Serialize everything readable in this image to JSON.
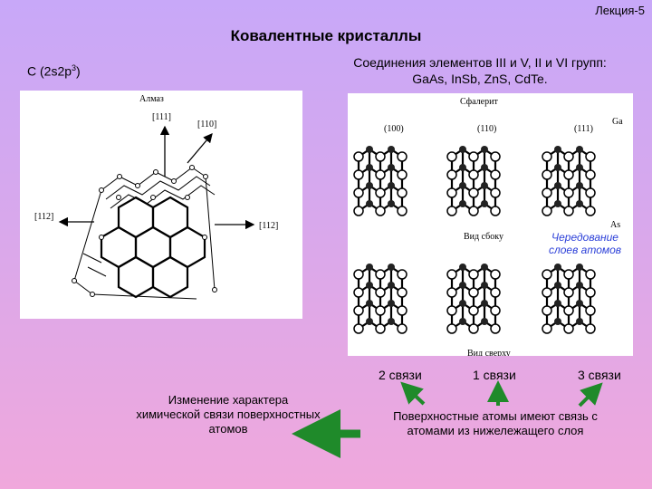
{
  "header": {
    "lecture": "Лекция-5",
    "title": "Ковалентные кристаллы",
    "formula": "C (2s2p³)",
    "compounds_line1": "Соединения элементов III и V, II и VI групп:",
    "compounds_line2": "GaAs, InSb, ZnS, CdTe."
  },
  "diamond_figure": {
    "caption": "Алмаз",
    "dir_111": "[111]",
    "dir_110": "[110]",
    "dir_112_left": "[112]",
    "dir_112_right": "[112]"
  },
  "sphalerite_figure": {
    "caption": "Сфалерит",
    "face_100": "(100)",
    "face_110": "(110)",
    "face_111": "(111)",
    "ga_label": "Ga",
    "as_label": "As",
    "side_view": "Вид сбоку",
    "top_view": "Вид сверху"
  },
  "alternation_note": {
    "line1": "Чередование",
    "line2": "слоев атомов"
  },
  "bonds": {
    "two": "2 связи",
    "one": "1 связи",
    "three": "3 связи"
  },
  "surface_change": {
    "line1": "Изменение характера",
    "line2": "химической связи поверхностных",
    "line3": "атомов"
  },
  "surface_atoms": {
    "line1": "Поверхностные атомы имеют связь с",
    "line2": "атомами из нижележащего слоя"
  },
  "colors": {
    "arrow_green": "#1f8a2a",
    "note_blue": "#2b3fd8"
  }
}
